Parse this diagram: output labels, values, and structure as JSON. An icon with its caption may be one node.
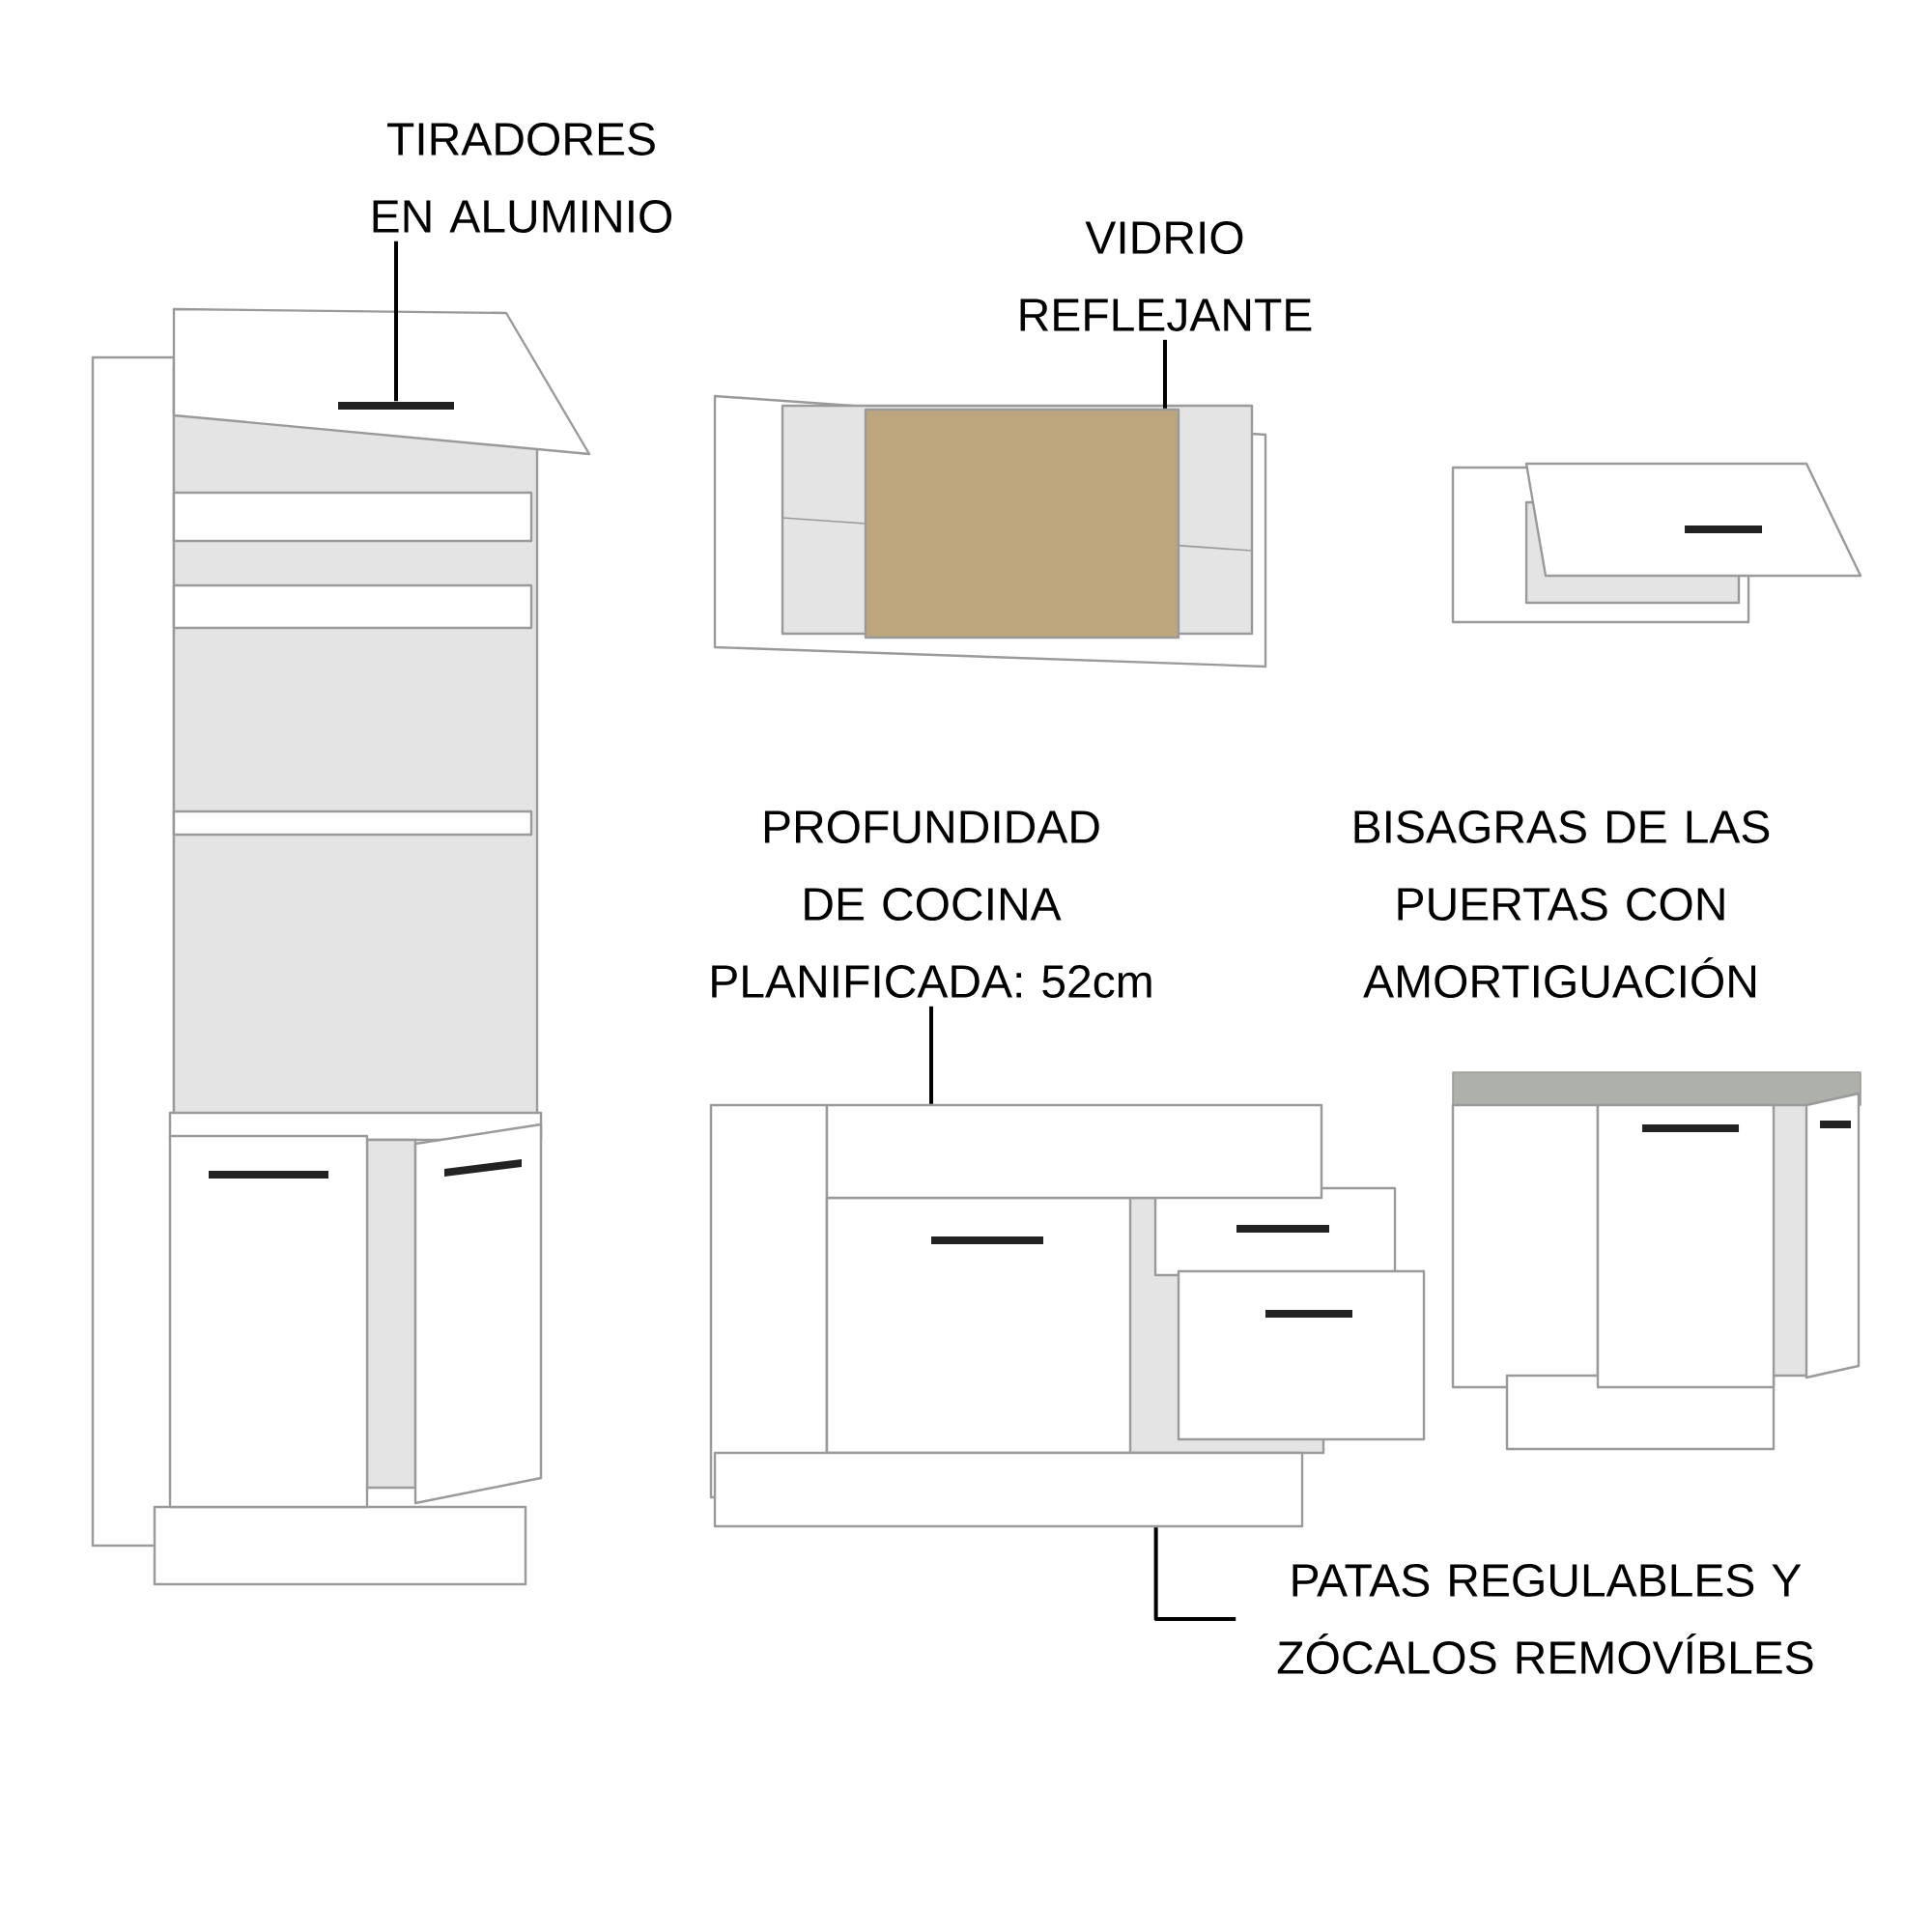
{
  "diagram": {
    "nodes": [
      {
        "text": [
          "TIRADORES EN ALUMINIO"
        ]
      },
      {
        "text": [],
        "shape": "bar"
      },
      {
        "text": [
          "VIDRIO REFLEJANTE"
        ]
      },
      {
        "text": [],
        "shape": "box"
      },
      {
        "text": [
          "PROFUNDIDAD DE COCINA PLANIFICADA: 52cm"
        ]
      },
      {
        "text": [],
        "shape": "box"
      },
      {
        "text": [],
        "shape": "box"
      },
      {
        "text": [
          "PATAS REGULABLES Y ZÓCALOS REMOVÍBLES"
        ]
      }
    ],
    "edges": [
      {
        "from": 0,
        "to": 1,
        "arrow": "none"
      },
      {
        "from": 2,
        "to": 3,
        "arrow": "none"
      },
      {
        "from": 4,
        "to": 5,
        "arrow": "none"
      },
      {
        "from": 7,
        "to": 6,
        "arrow": "none"
      }
    ],
    "labels": [
      "BISAGRAS DE LAS PUERTAS CON AMORTIGUACIÓN"
    ]
  }
}
